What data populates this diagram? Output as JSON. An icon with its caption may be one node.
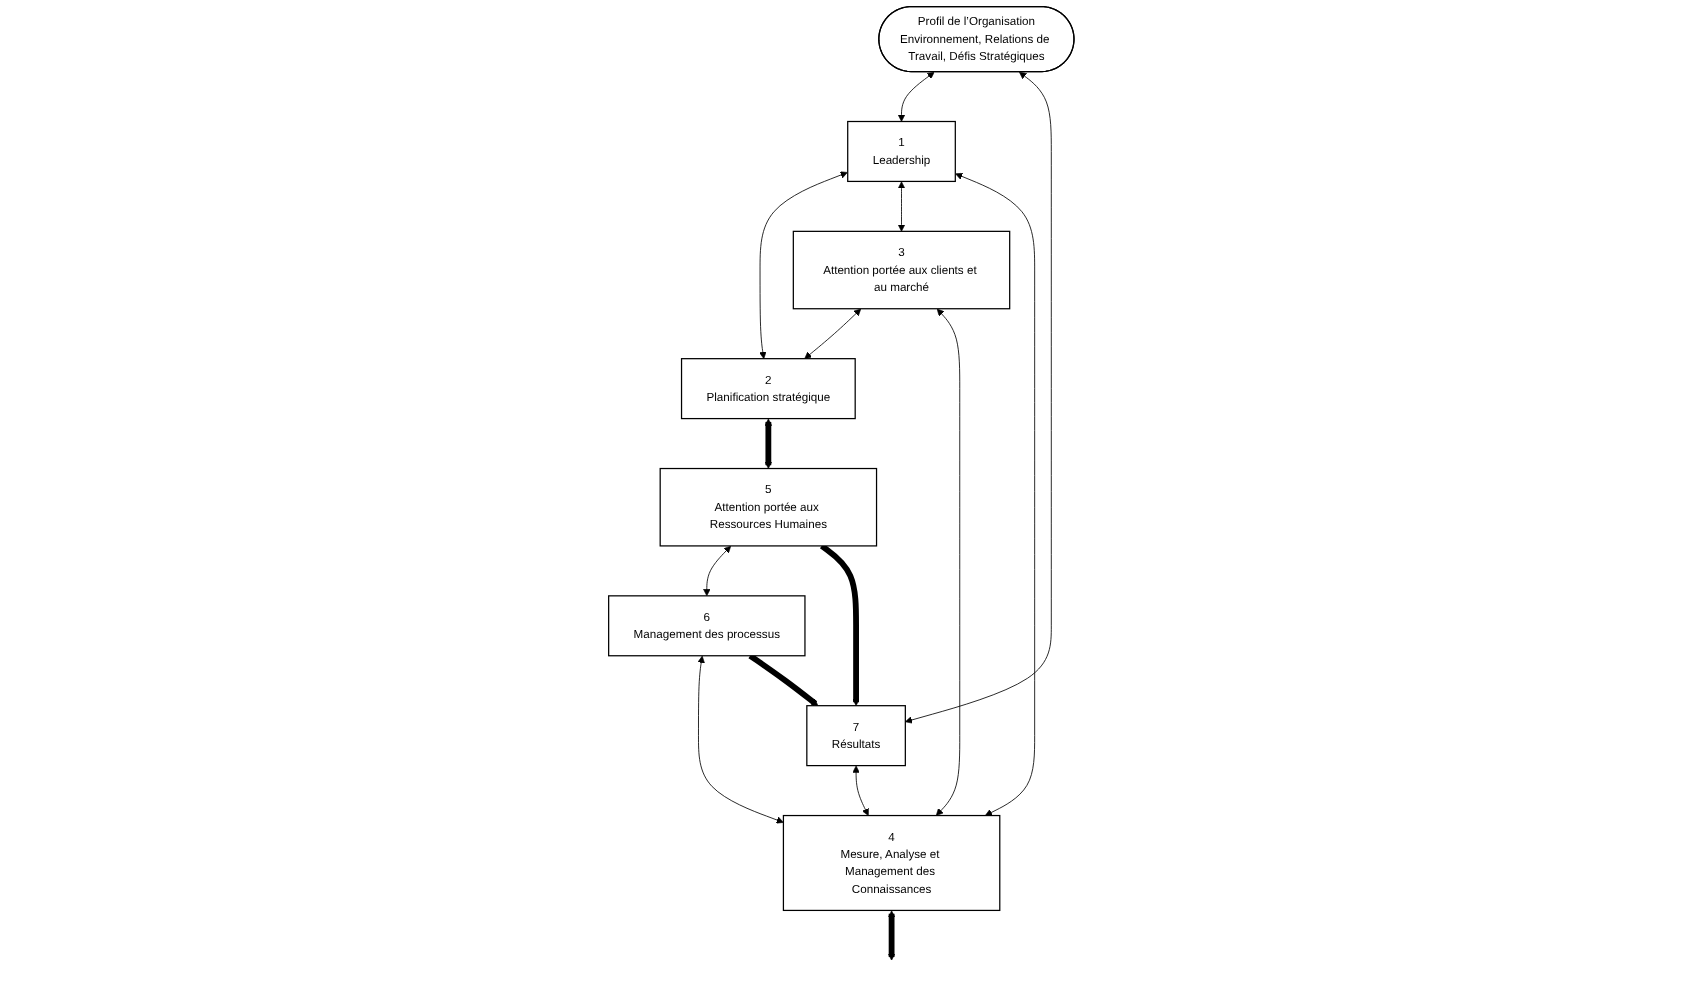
{
  "diagram": {
    "nodes": [
      {
        "text": [
          "Profil de l’Organisation",
          "Environnement, Relations de Travail, Défis Stratégiques"
        ]
      },
      {
        "text": [
          "1",
          "Leadership"
        ]
      },
      {
        "text": [
          "2",
          "Planification stratégique"
        ]
      },
      {
        "text": [
          "3",
          "Attention portée aux clients et au marché"
        ]
      },
      {
        "text": [
          "4",
          "Mesure, Analyse et Management des Connaissances"
        ]
      },
      {
        "text": [
          "5",
          "Attention portée aux Ressources Humaines"
        ]
      },
      {
        "text": [
          "6",
          "Management des processus"
        ]
      },
      {
        "text": [
          "7",
          "Résultats"
        ]
      }
    ],
    "edges": [
      {
        "from": 0,
        "to": 1,
        "arrow": "both"
      },
      {
        "from": 0,
        "to": 7,
        "arrow": "both"
      },
      {
        "from": 1,
        "to": 2,
        "arrow": "both"
      },
      {
        "from": 1,
        "to": 3,
        "arrow": "both"
      },
      {
        "from": 3,
        "to": 2,
        "arrow": "both"
      },
      {
        "from": 3,
        "to": 4,
        "arrow": "both"
      },
      {
        "from": 1,
        "to": 4,
        "arrow": "both"
      },
      {
        "from": 2,
        "to": 5,
        "arrow": "both",
        "style": "thick"
      },
      {
        "from": 5,
        "to": 6,
        "arrow": "both"
      },
      {
        "from": 6,
        "to": 4,
        "arrow": "both"
      },
      {
        "from": 5,
        "to": 7,
        "arrow": "to",
        "style": "thick"
      },
      {
        "from": 6,
        "to": 7,
        "arrow": "to",
        "style": "thick"
      },
      {
        "from": 7,
        "to": 4,
        "arrow": "both"
      },
      {
        "from": 4,
        "to": null,
        "arrow": "both",
        "style": "thick"
      }
    ]
  }
}
